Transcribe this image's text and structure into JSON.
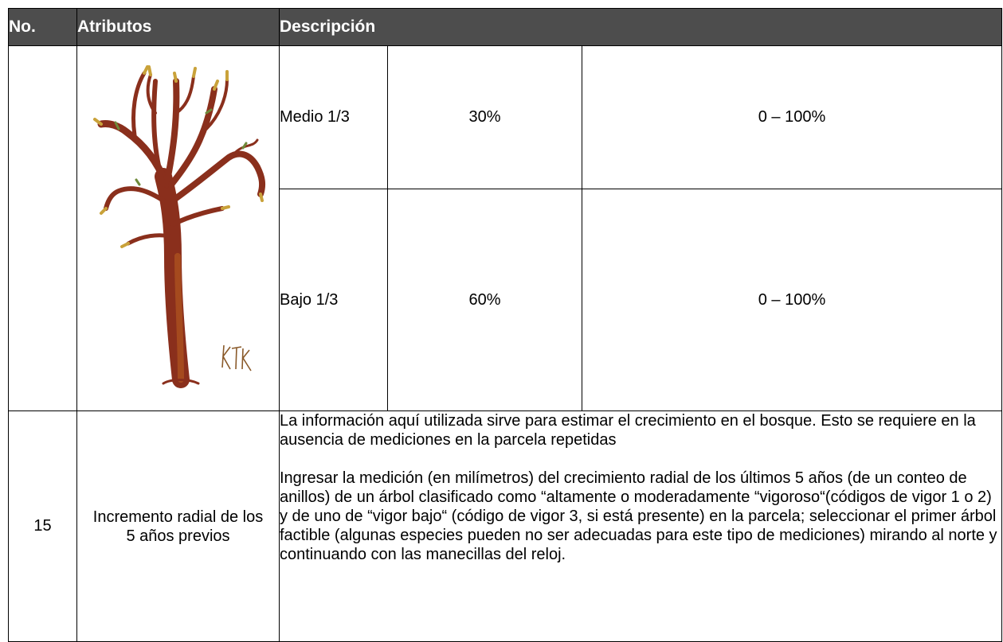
{
  "header": {
    "col_no": "No.",
    "col_attributes": "Atributos",
    "col_description": "Descripción"
  },
  "continued_row": {
    "image_icon": "tree-illustration",
    "image_signature": "KTK",
    "sub_rows": [
      {
        "label": "Medio 1/3",
        "value": "30%",
        "range": "0 – 100%"
      },
      {
        "label": "Bajo 1/3",
        "value": "60%",
        "range": "0 – 100%"
      }
    ]
  },
  "row_15": {
    "number": "15",
    "attribute": "Incremento radial de los 5 años previos",
    "paragraph_1": "La información aquí utilizada sirve para estimar el crecimiento en el bosque. Esto se requiere en la ausencia de mediciones en la parcela repetidas",
    "paragraph_2": "Ingresar la medición (en milímetros) del crecimiento radial de los últimos 5 años (de un conteo de anillos) de un árbol clasificado como “altamente o moderadamente “vigoroso“(códigos de vigor 1 o 2) y de uno de “vigor bajo“ (código de vigor 3, si está presente) en la parcela; seleccionar el primer árbol factible (algunas especies pueden no ser adecuadas para este tipo de mediciones) mirando al norte y continuando con las manecillas del reloj."
  }
}
